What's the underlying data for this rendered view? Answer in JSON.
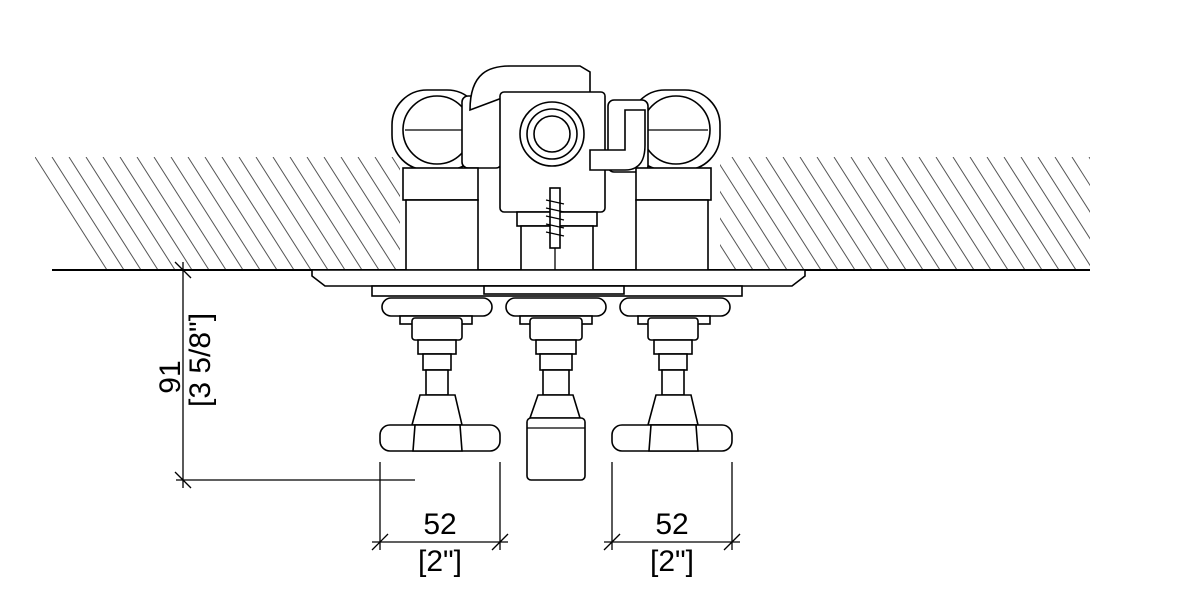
{
  "drawing": {
    "height_dim": {
      "value": "91",
      "imperial": "[3 5/8\"]"
    },
    "left_handle_dim": {
      "value": "52",
      "imperial": "[2\"]"
    },
    "right_handle_dim": {
      "value": "52",
      "imperial": "[2\"]"
    }
  },
  "colors": {
    "line": "#000000",
    "hatch": "#555555",
    "background": "#ffffff"
  }
}
